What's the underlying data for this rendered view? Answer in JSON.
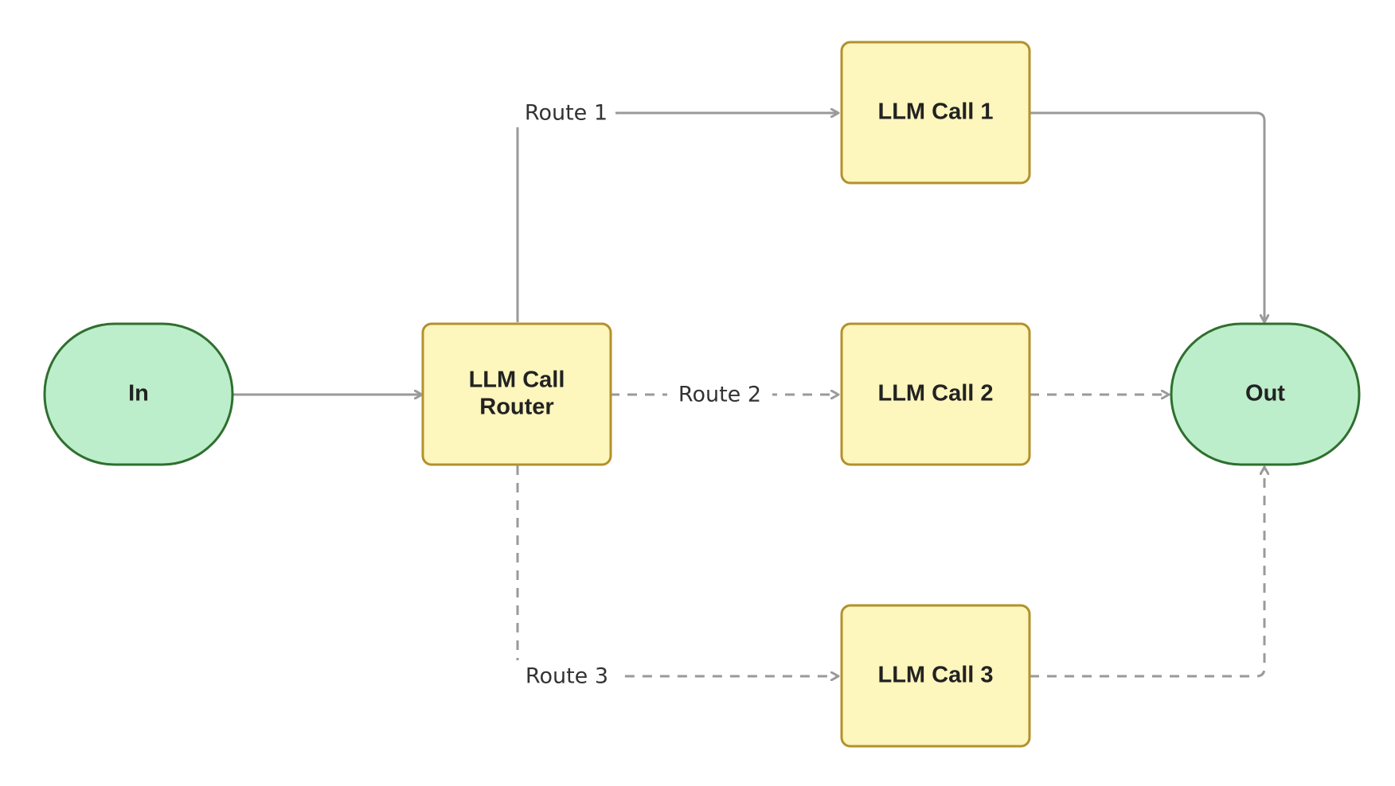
{
  "colors": {
    "terminal_fill": "#bdeecb",
    "terminal_stroke": "#2f6f2f",
    "process_fill": "#fdf6bd",
    "process_stroke": "#b3912c",
    "edge": "#9a9a9a"
  },
  "nodes": {
    "input": {
      "label": "In"
    },
    "router": {
      "line1": "LLM Call",
      "line2": "Router"
    },
    "call1": {
      "label": "LLM Call 1"
    },
    "call2": {
      "label": "LLM Call 2"
    },
    "call3": {
      "label": "LLM Call 3"
    },
    "output": {
      "label": "Out"
    }
  },
  "edges": {
    "route1": {
      "label": "Route 1",
      "style": "solid"
    },
    "route2": {
      "label": "Route 2",
      "style": "dashed"
    },
    "route3": {
      "label": "Route 3",
      "style": "dashed"
    }
  }
}
